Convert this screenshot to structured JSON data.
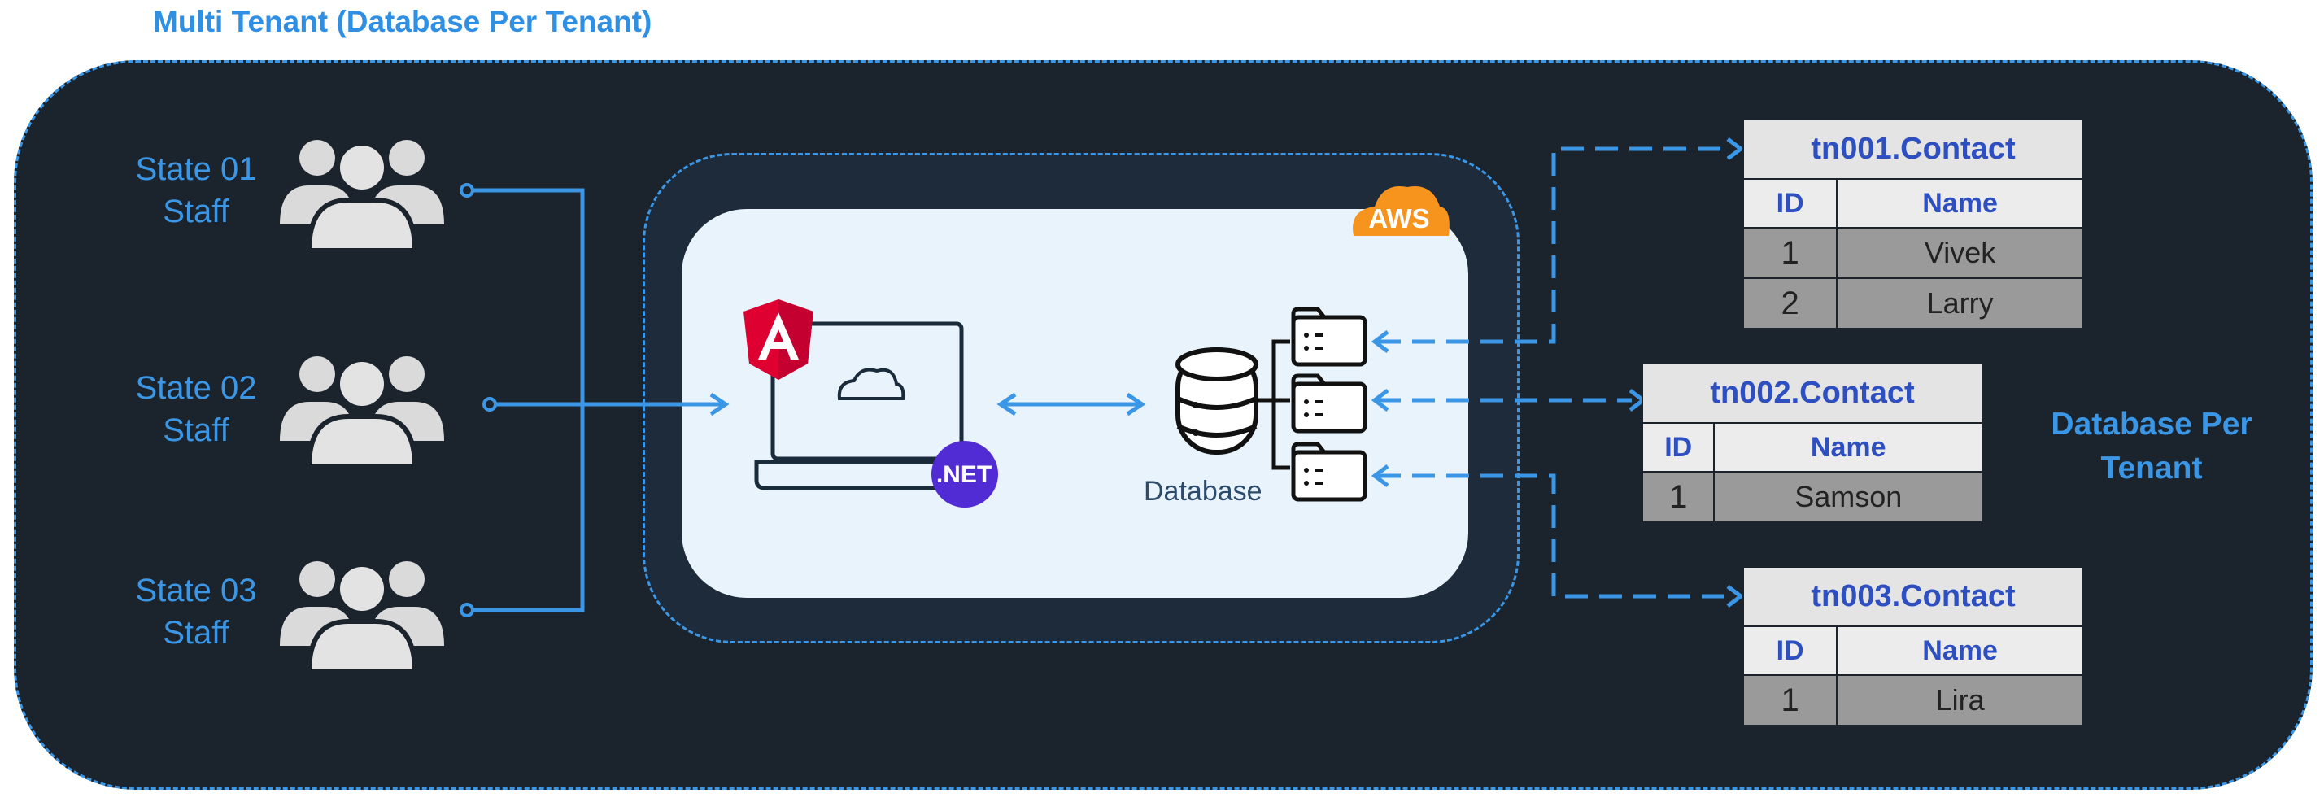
{
  "title": "Multi Tenant (Database Per Tenant)",
  "staff": [
    {
      "line1": "State 01",
      "line2": "Staff"
    },
    {
      "line1": "State 02",
      "line2": "Staff"
    },
    {
      "line1": "State 03",
      "line2": "Staff"
    }
  ],
  "app": {
    "net_badge": ".NET",
    "cloud_badge": "AWS"
  },
  "database_label": "Database",
  "side_label": {
    "line1": "Database Per",
    "line2": "Tenant"
  },
  "tables": [
    {
      "name": "tn001.Contact",
      "col_id": "ID",
      "col_name": "Name",
      "rows": [
        {
          "id": "1",
          "name": "Vivek"
        },
        {
          "id": "2",
          "name": "Larry"
        }
      ]
    },
    {
      "name": "tn002.Contact",
      "col_id": "ID",
      "col_name": "Name",
      "rows": [
        {
          "id": "1",
          "name": "Samson"
        }
      ]
    },
    {
      "name": "tn003.Contact",
      "col_id": "ID",
      "col_name": "Name",
      "rows": [
        {
          "id": "1",
          "name": "Lira"
        }
      ]
    }
  ],
  "colors": {
    "accent": "#3b97e6",
    "background": "#1b232c",
    "angular": "#dd0031",
    "dotnet": "#512bd4",
    "aws": "#f7941e"
  }
}
